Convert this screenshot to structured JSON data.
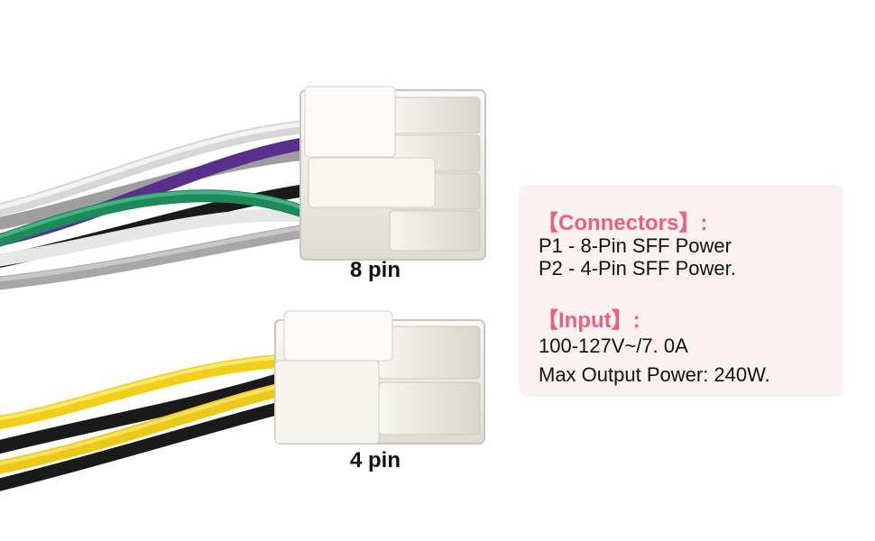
{
  "labels": {
    "pin8": "8 pin",
    "pin4": "4 pin"
  },
  "specs": {
    "connectors_heading": "【Connectors】:",
    "connectors_lines": [
      "P1 - 8-Pin SFF Power",
      "P2 - 4-Pin SFF Power."
    ],
    "input_heading": "【Input】:",
    "input_lines": [
      "100-127V~/7. 0A",
      "Max Output Power: 240W."
    ]
  },
  "colors": {
    "heading": "#ef5f7c",
    "panel": "#fcf1f1",
    "connector": "#f2f1ec",
    "wire_green": "#1f8a5c",
    "wire_purple": "#5e3390",
    "wire_yellow": "#f0d21c",
    "wire_black": "#1b1b1b",
    "wire_gray": "#a9a9a9",
    "wire_white": "#e9e7e9"
  }
}
